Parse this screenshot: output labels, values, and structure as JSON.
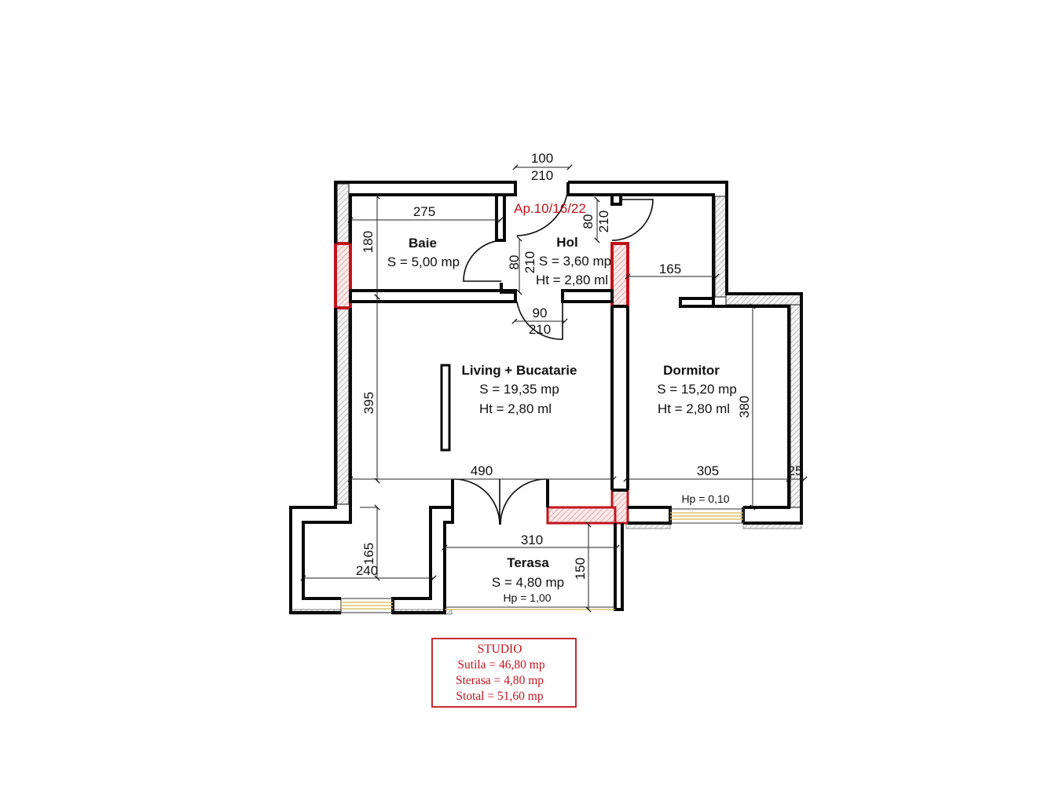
{
  "plan": {
    "apartment_label": "Ap.10/16/22",
    "rooms": {
      "baie": {
        "name": "Baie",
        "area": "S = 5,00 mp"
      },
      "hol": {
        "name": "Hol",
        "area": "S = 3,60 mp",
        "height": "Ht = 2,80 ml"
      },
      "living": {
        "name": "Living + Bucatarie",
        "area": "S = 19,35 mp",
        "height": "Ht = 2,80 ml"
      },
      "dormitor": {
        "name": "Dormitor",
        "area": "S = 15,20 mp",
        "height": "Ht = 2,80 ml"
      },
      "terasa": {
        "name": "Terasa",
        "area": "S = 4,80 mp",
        "parapet": "Hp = 1,00"
      }
    },
    "dimensions": {
      "entry_door_width": "100",
      "entry_door_height": "210",
      "baie_width": "275",
      "baie_depth": "180",
      "baie_door_width": "80",
      "baie_door_height": "210",
      "hol_door_width": "80",
      "hol_door_height": "210",
      "living_door_width": "90",
      "living_door_height": "210",
      "dormitor_depth_top": "165",
      "living_depth": "395",
      "dormitor_depth": "380",
      "living_width": "490",
      "dormitor_width": "305",
      "wall_offset": "25",
      "window_parapet": "Hp = 0,10",
      "terasa_width": "310",
      "terasa_depth": "150",
      "loggia_depth": "165",
      "loggia_width": "240"
    },
    "summary": {
      "title": "STUDIO",
      "usable": "Sutila = 46,80 mp",
      "terrace": "Sterasa = 4,80 mp",
      "total": "Stotal = 51,60 mp"
    }
  }
}
